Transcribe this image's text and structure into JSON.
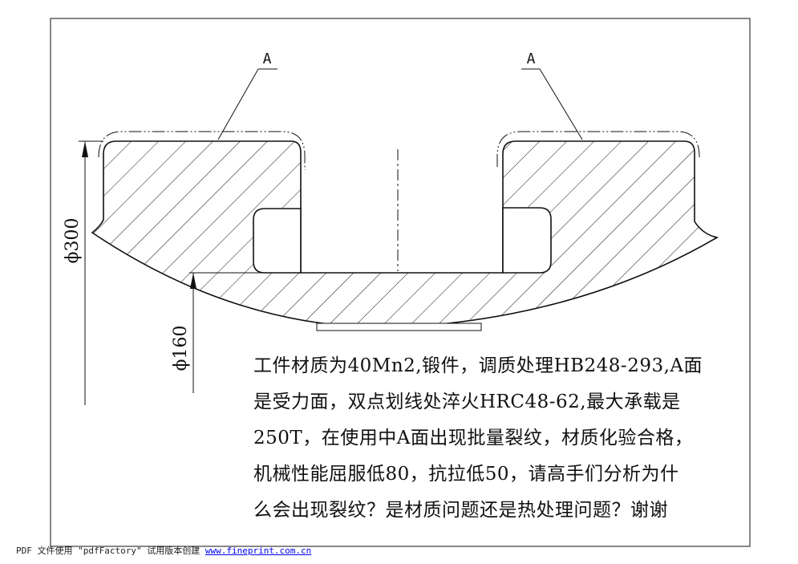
{
  "drawing": {
    "labels": {
      "surface_left": "A",
      "surface_right": "A",
      "dim_outer": "ϕ300",
      "dim_inner": "ϕ160"
    },
    "colors": {
      "line": "#111111",
      "background": "#ffffff"
    }
  },
  "note": {
    "lines": [
      "工件材质为40Mn2,锻件，调质处理HB248-293,A面",
      "是受力面，双点划线处淬火HRC48-62,最大承载是",
      "250T，在使用中A面出现批量裂纹，材质化验合格，",
      "机械性能屈服低80，抗拉低50，请高手们分析为什",
      "么会出现裂纹？是材质问题还是热处理问题？谢谢"
    ]
  },
  "footer": {
    "text": "PDF 文件使用 \"pdfFactory\" 试用版本创建",
    "link": "www.fineprint.com.cn",
    "link_color": "#0000ee"
  }
}
